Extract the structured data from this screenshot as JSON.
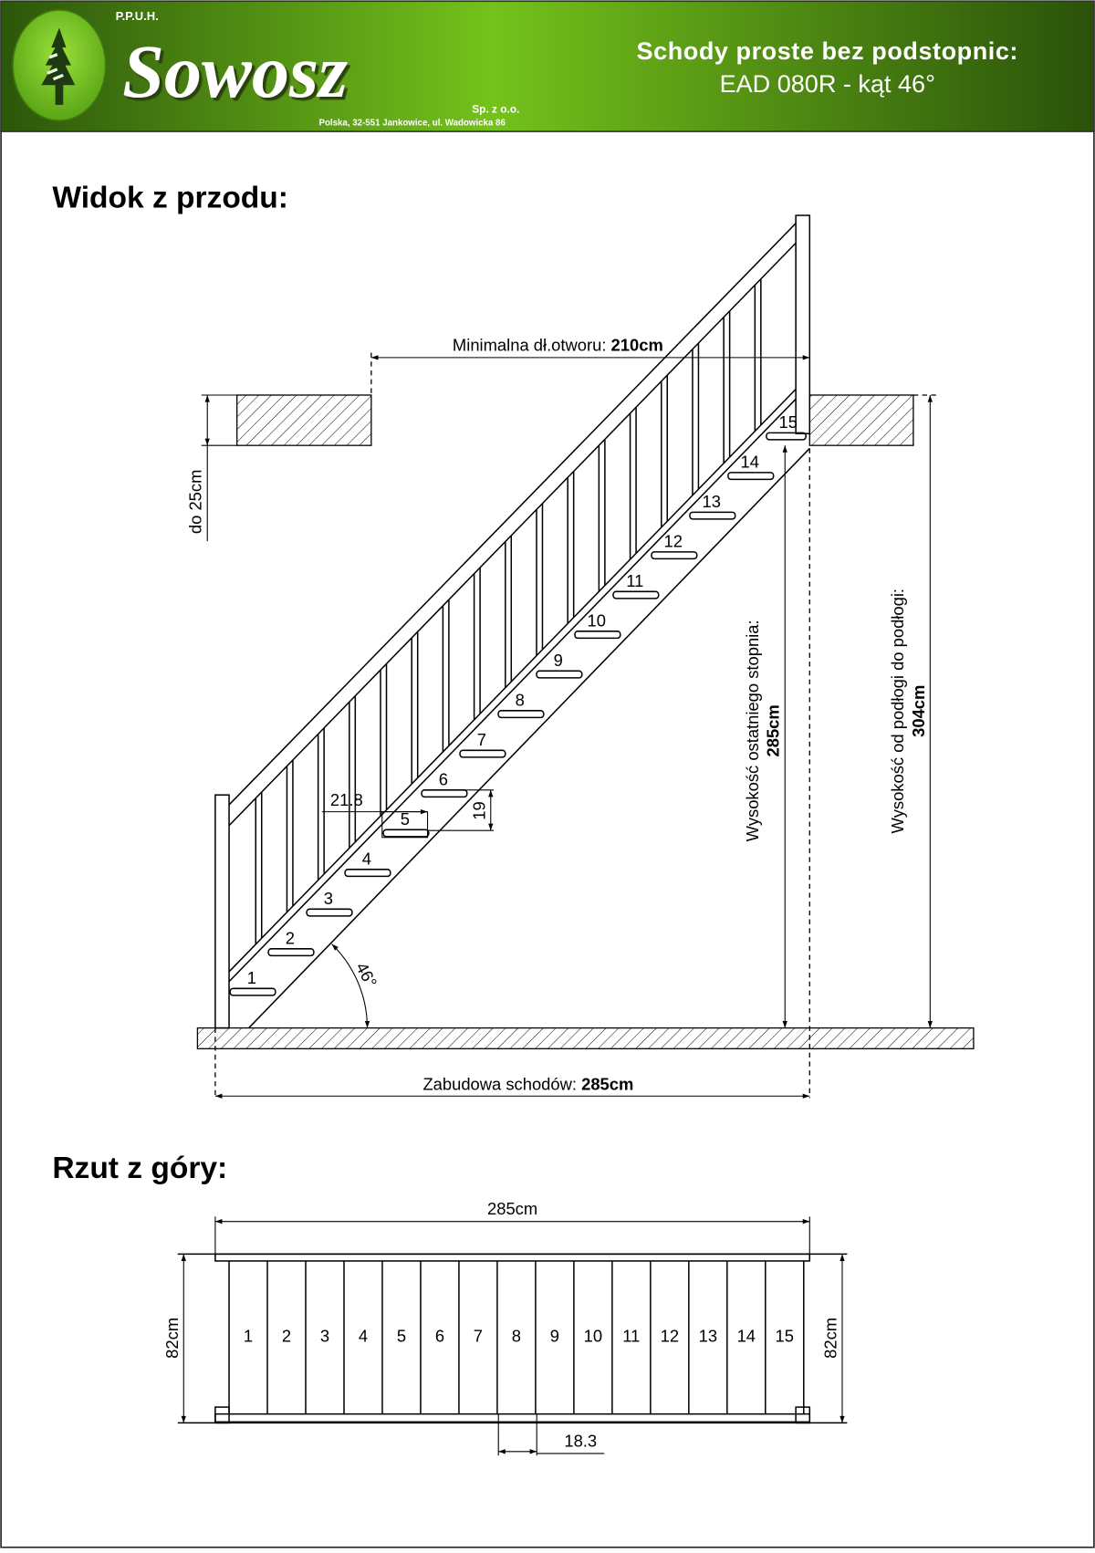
{
  "header": {
    "company_prefix": "P.P.U.H.",
    "company_name": "Sowosz",
    "company_suffix": "Sp. z o.o.",
    "address": "Polska, 32-551 Jankowice, ul. Wadowicka 86",
    "title": "Schody proste bez podstopnic:",
    "subtitle": "EAD 080R - kąt 46°",
    "colors": {
      "dark_green": "#2c560b",
      "light_green": "#74c21b",
      "logo_circle": "#7cc520"
    }
  },
  "front_view": {
    "heading": "Widok z przodu:",
    "opening_label": "Minimalna dł.otworu: ",
    "opening_value": "210cm",
    "ceiling_thickness": "do 25cm",
    "last_step_label": "Wysokość ostatniego stopnia:",
    "last_step_value": "285cm",
    "floor_to_floor_label": "Wysokość od podłogi do podłogi:",
    "floor_to_floor_value": "304cm",
    "length_label": "Zabudowa schodów: ",
    "length_value": "285cm",
    "angle": "46°",
    "going": "21.8",
    "rise": "19",
    "steps": [
      "1",
      "2",
      "3",
      "4",
      "5",
      "6",
      "7",
      "8",
      "9",
      "10",
      "11",
      "12",
      "13",
      "14",
      "15"
    ]
  },
  "top_view": {
    "heading": "Rzut z góry:",
    "length": "285cm",
    "width_left": "82cm",
    "width_right": "82cm",
    "tread_width": "18.3",
    "steps": [
      "1",
      "2",
      "3",
      "4",
      "5",
      "6",
      "7",
      "8",
      "9",
      "10",
      "11",
      "12",
      "13",
      "14",
      "15"
    ]
  }
}
